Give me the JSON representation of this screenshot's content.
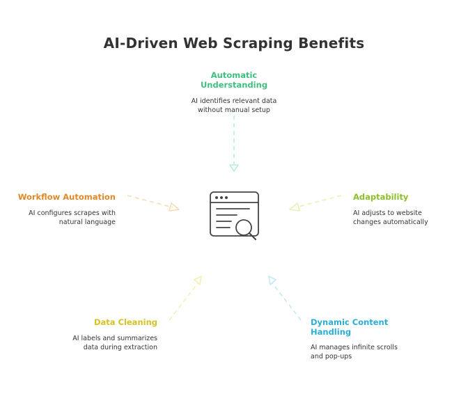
{
  "title": "AI-Driven Web Scraping Benefits",
  "colors": {
    "automatic": "#3fbf7f",
    "workflow": "#e0892a",
    "adaptability": "#8cbf2a",
    "cleaning": "#d6c222",
    "dynamic": "#2aaed6",
    "icon": "#444444"
  },
  "center_icon": "browser-search-icon",
  "nodes": {
    "automatic": {
      "title_line1": "Automatic",
      "title_line2": "Understanding",
      "desc_line1": "AI identifies relevant data",
      "desc_line2": "without manual setup"
    },
    "workflow": {
      "title": "Workflow Automation",
      "desc_line1": "AI configures scrapes with",
      "desc_line2": "natural language"
    },
    "adaptability": {
      "title": "Adaptability",
      "desc_line1": "AI adjusts to website",
      "desc_line2": "changes automatically"
    },
    "cleaning": {
      "title": "Data Cleaning",
      "desc_line1": "AI labels and summarizes",
      "desc_line2": "data during extraction"
    },
    "dynamic": {
      "title_line1": "Dynamic Content",
      "title_line2": "Handling",
      "desc_line1": "AI manages infinite scrolls",
      "desc_line2": "and pop-ups"
    }
  }
}
